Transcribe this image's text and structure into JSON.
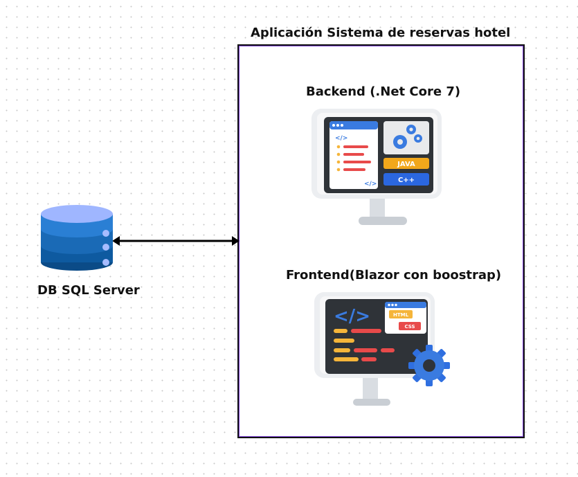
{
  "diagram": {
    "app_container_title": "Aplicación Sistema de reservas hotel",
    "backend": {
      "title": "Backend (.Net Core 7)",
      "badges": [
        "JAVA",
        "C++"
      ]
    },
    "frontend": {
      "title": "Frontend(Blazor con boostrap)",
      "badges": [
        "HTML",
        "CSS"
      ]
    },
    "database": {
      "title": "DB SQL Server"
    },
    "connection": {
      "type": "bidirectional-arrow"
    },
    "colors": {
      "container_border": "#111111",
      "container_accent": "#7b3fd6",
      "db_top": "#9fb6ff",
      "db_mid": "#2a7fd4",
      "db_dark": "#0e5aa0",
      "monitor_screen": "#2f3338",
      "window_blue": "#3a7be0",
      "java_orange": "#f2a71b",
      "cpp_blue": "#2b67e0",
      "code_red": "#e84a4a",
      "code_yellow": "#f5b53a"
    }
  }
}
